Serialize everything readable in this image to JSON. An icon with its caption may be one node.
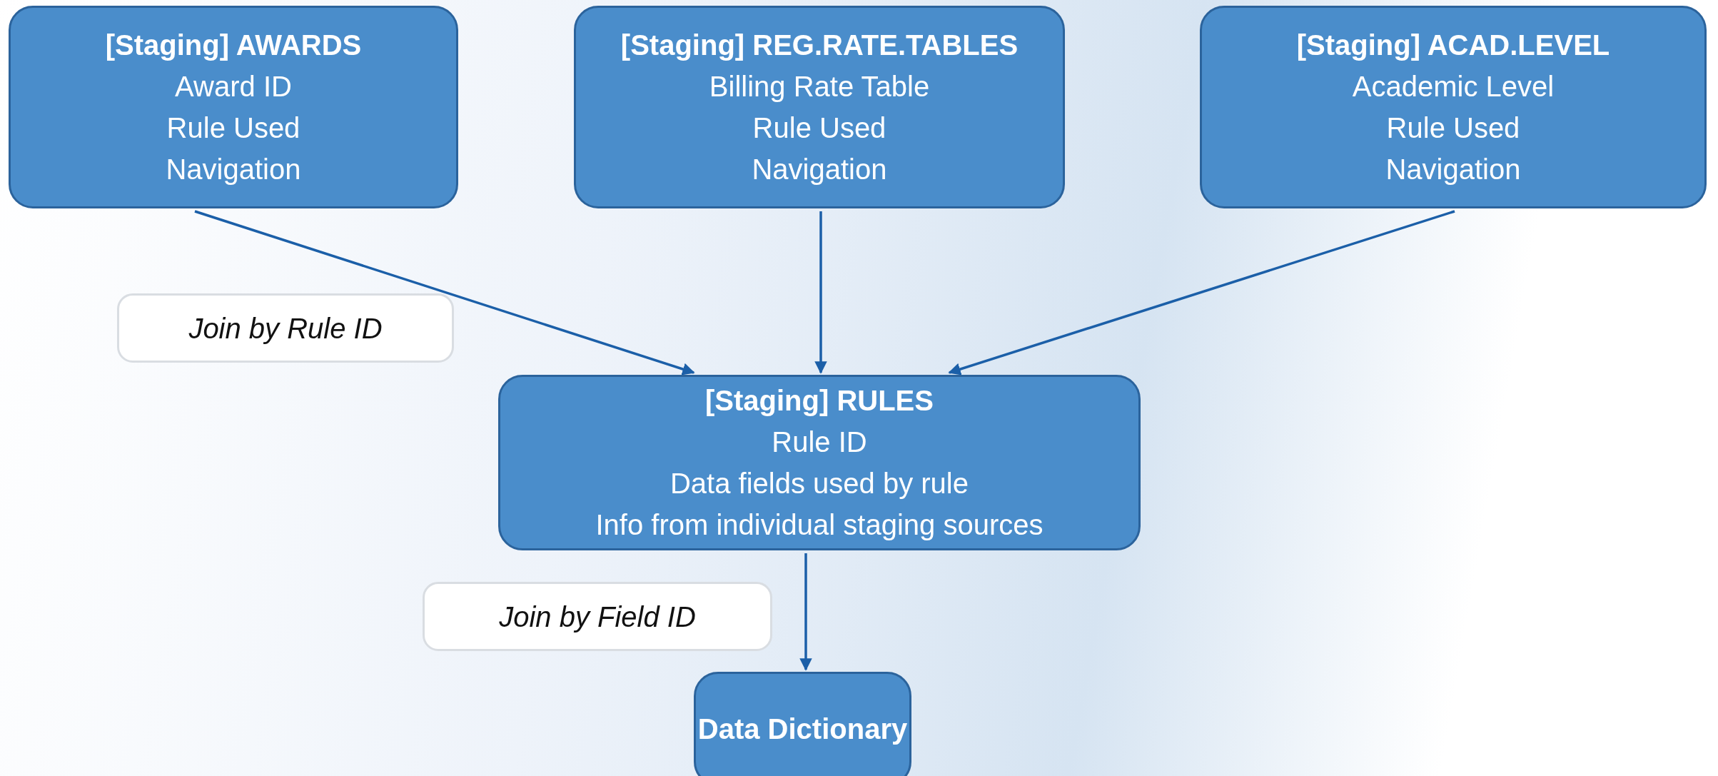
{
  "diagram": {
    "nodes": [
      {
        "text": [
          "[Staging] AWARDS",
          "Award ID",
          "Rule Used",
          "Navigation"
        ]
      },
      {
        "text": [
          "[Staging] REG.RATE.TABLES",
          "Billing Rate Table",
          "Rule Used",
          "Navigation"
        ]
      },
      {
        "text": [
          "[Staging] ACAD.LEVEL",
          "Academic Level",
          "Rule Used",
          "Navigation"
        ]
      },
      {
        "text": [
          "Join by Rule ID"
        ]
      },
      {
        "text": [
          "[Staging] RULES",
          "Rule ID",
          "Data fields used by rule",
          "Info from individual staging sources"
        ]
      },
      {
        "text": [
          "Join by Field ID"
        ]
      },
      {
        "text": [
          "Data Dictionary"
        ]
      }
    ],
    "edges": [
      {
        "from": 0,
        "to": 4,
        "arrow": "to"
      },
      {
        "from": 1,
        "to": 4,
        "arrow": "to"
      },
      {
        "from": 2,
        "to": 4,
        "arrow": "to"
      },
      {
        "from": 4,
        "to": 6,
        "arrow": "to"
      }
    ]
  }
}
